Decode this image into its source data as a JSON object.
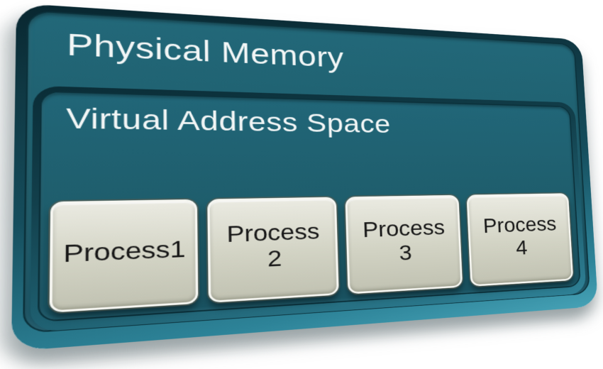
{
  "diagram": {
    "outer": {
      "title": "Physical Memory"
    },
    "inner": {
      "title": "Virtual Address Space"
    },
    "processes": [
      {
        "label": "Process1"
      },
      {
        "label": "Process\n2"
      },
      {
        "label": "Process\n3"
      },
      {
        "label": "Process\n4"
      }
    ]
  },
  "colors": {
    "background": "#ffffff",
    "teal_face": "#1e5c6a",
    "teal_light": "#226879",
    "teal_rim_dark": "#0a2c35",
    "teal_rim_highlight": "#3f95aa",
    "box_fill": "#d2d3c4",
    "box_border": "#f6f6f1",
    "box_text": "#171717",
    "title_text": "#f2f6f6",
    "shadow": "#68757 9"
  }
}
